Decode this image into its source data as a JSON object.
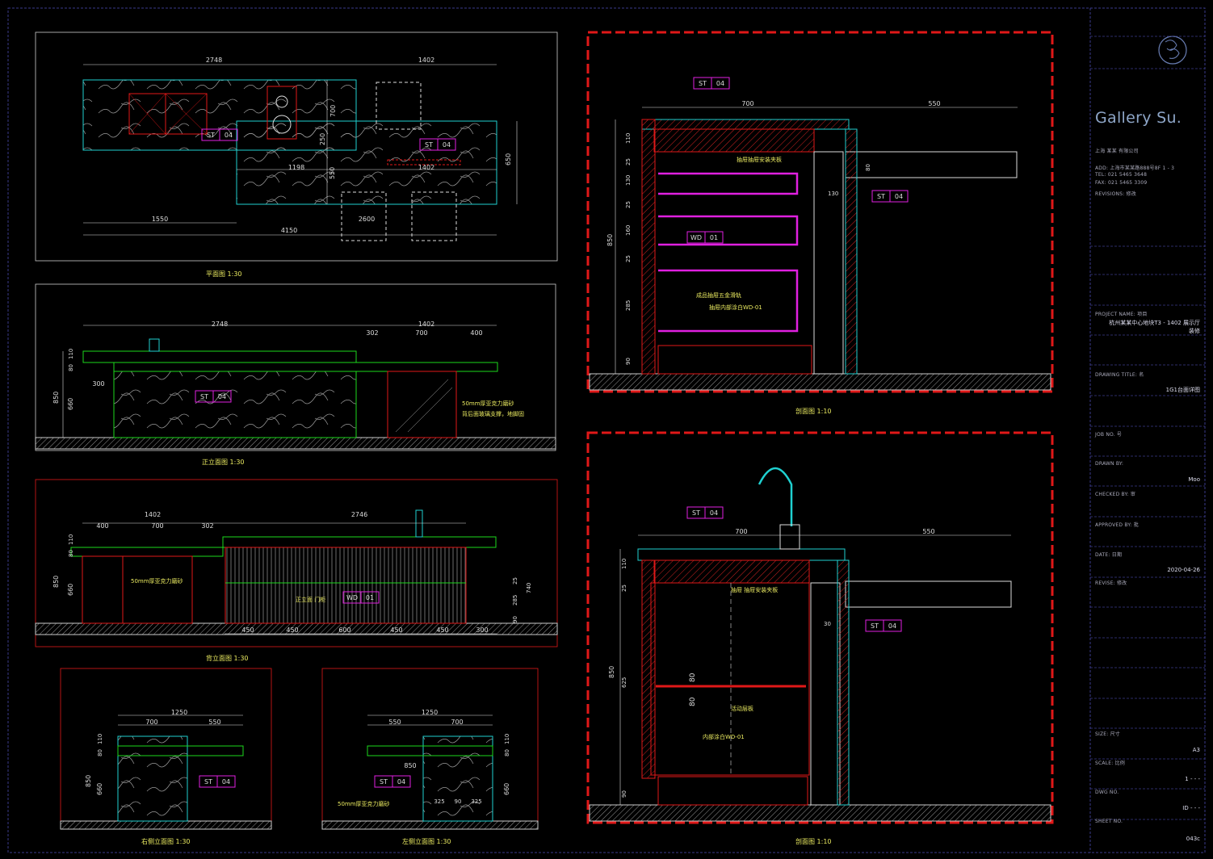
{
  "plan": {
    "caption": "平面图 1:30",
    "dims": {
      "d1": "2748",
      "d2": "1402",
      "d3": "700",
      "d4": "250",
      "d5": "650",
      "d6": "550",
      "d7": "1198",
      "d8": "1402",
      "d9": "1550",
      "d10": "2600",
      "d11": "4150"
    },
    "tags": [
      {
        "code": "ST",
        "num": "04"
      },
      {
        "code": "ST",
        "num": "04"
      }
    ]
  },
  "front": {
    "caption": "正立面图 1:30",
    "dims": {
      "d1": "2748",
      "d2": "1402",
      "d3": "302",
      "d4": "700",
      "d5": "400",
      "d6": "300",
      "d7": "850",
      "d8": "660",
      "d9": "80",
      "d10": "110"
    },
    "tag": {
      "code": "ST",
      "num": "04"
    },
    "note_1": "50mm厚亚克力磨砂",
    "note_2": "背后面玻璃支撑，地脚固"
  },
  "back": {
    "caption": "背立面图 1:30",
    "dims": {
      "d1": "1402",
      "d2": "2746",
      "d3": "400",
      "d4": "700",
      "d5": "302",
      "d6": "850",
      "d7": "660",
      "d8": "80",
      "d9": "110",
      "b1": "450",
      "b2": "450",
      "b3": "600",
      "b4": "450",
      "b5": "450",
      "b6": "300",
      "r1": "25",
      "r2": "285",
      "r3": "90",
      "r4": "740"
    },
    "tag": {
      "code": "WD",
      "num": "01"
    },
    "note_1": "50mm厚亚克力磨砂",
    "note_2": "正立面 门柜"
  },
  "side_right": {
    "caption": "右侧立面图 1:30",
    "dims": {
      "d1": "1250",
      "d2": "700",
      "d3": "550",
      "d4": "850",
      "d5": "660",
      "d6": "80",
      "d7": "110"
    },
    "tag": {
      "code": "ST",
      "num": "04"
    }
  },
  "side_left": {
    "caption": "左侧立面图 1:30",
    "dims": {
      "d1": "1250",
      "d2": "550",
      "d3": "700",
      "d4": "850",
      "d5": "325",
      "d6": "90",
      "d7": "325",
      "d8": "660",
      "d9": "80",
      "d10": "110"
    },
    "tag": {
      "code": "ST",
      "num": "04"
    },
    "note": "50mm厚亚克力磨砂"
  },
  "section_a": {
    "caption": "剖面图 1:10",
    "dims": {
      "d1": "700",
      "d2": "550",
      "d3": "110",
      "d4": "80",
      "d5": "25",
      "d6": "130",
      "d7": "25",
      "d8": "160",
      "d9": "25",
      "d10": "285",
      "d11": "90",
      "d12": "850",
      "d13": "130"
    },
    "tags": [
      {
        "code": "ST",
        "num": "04"
      },
      {
        "code": "ST",
        "num": "04"
      },
      {
        "code": "WD",
        "num": "01"
      }
    ],
    "note_1": "抽屉抽屉安装夹板",
    "note_2": "成品抽屉五金滑轨",
    "note_3": "抽屉内部涂白WD-01"
  },
  "section_b": {
    "caption": "剖面图 1:10",
    "dims": {
      "d1": "700",
      "d2": "550",
      "d3": "110",
      "d4": "25",
      "d5": "850",
      "d6": "625",
      "d7": "90",
      "d8": "80",
      "d9": "80",
      "d10": "30"
    },
    "tags": [
      {
        "code": "ST",
        "num": "04"
      },
      {
        "code": "ST",
        "num": "04"
      }
    ],
    "note_1": "抽屉 抽屉安装夹板",
    "note_2": "活动层板",
    "note_3": "内部涂白WD-01"
  },
  "title_block": {
    "brand": "Gallery Su.",
    "company": "上海  某某   有限公司",
    "add": "ADD: 上海市某某路888号8F 1 - 3",
    "tel": "TEL: 021 5465 3648",
    "fax": "FAX: 021 5465 3309",
    "revisions": "REVISIONS: 修改",
    "project_name_label": "PROJECT NAME: 项目",
    "project_name_1": "杭州某某中心地块T3 - 1402 展示厅",
    "project_name_2": "装修",
    "drawing_title_label": "DRAWING TITLE: 名",
    "drawing_title": "1G1台面详图",
    "job_no_label": "JOB NO. 号",
    "drawn_by_label": "DRAWN BY:",
    "drawn_by": "Moo",
    "checked_by_label": "CHECKED BY: 审",
    "approved_by_label": "APPROVED BY: 批",
    "date_label": "DATE: 日期",
    "date": "2020-04-26",
    "revise_label": "REVISE: 修改",
    "size_label": "SIZE: 尺寸",
    "size": "A3",
    "scale_label": "SCALE: 比例",
    "scale": "1 - - -",
    "dwg_no_label": "DWG NO.",
    "dwg_no": "ID - - -",
    "sheet_no_label": "SHEET NO.",
    "sheet_no": "043c"
  },
  "colors": {
    "green": "#1dd81d",
    "cyan": "#1fd0d0",
    "red": "#e01818",
    "magenta": "#e020e0",
    "white": "#dddddd",
    "yellow": "#eaea60",
    "frame": "#3a3a8a"
  }
}
